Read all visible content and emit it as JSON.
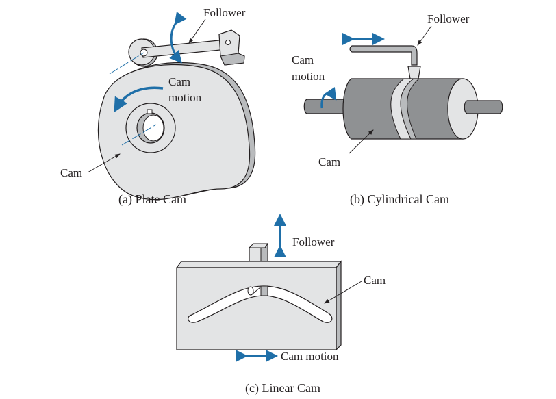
{
  "figure": {
    "panels": [
      {
        "id": "a",
        "caption": "(a) Plate Cam",
        "labels": {
          "follower": "Follower",
          "cam_motion_line1": "Cam",
          "cam_motion_line2": "motion",
          "cam": "Cam"
        }
      },
      {
        "id": "b",
        "caption": "(b) Cylindrical Cam",
        "labels": {
          "follower": "Follower",
          "cam_motion_line1": "Cam",
          "cam_motion_line2": "motion",
          "cam": "Cam"
        }
      },
      {
        "id": "c",
        "caption": "(c) Linear Cam",
        "labels": {
          "follower": "Follower",
          "cam": "Cam",
          "cam_motion": "Cam motion"
        }
      }
    ],
    "colors": {
      "motion_arrow": "#1f6fa8",
      "fill": "#e3e4e5",
      "fill_dark": "#b9bbbd",
      "stroke": "#231f20"
    }
  }
}
